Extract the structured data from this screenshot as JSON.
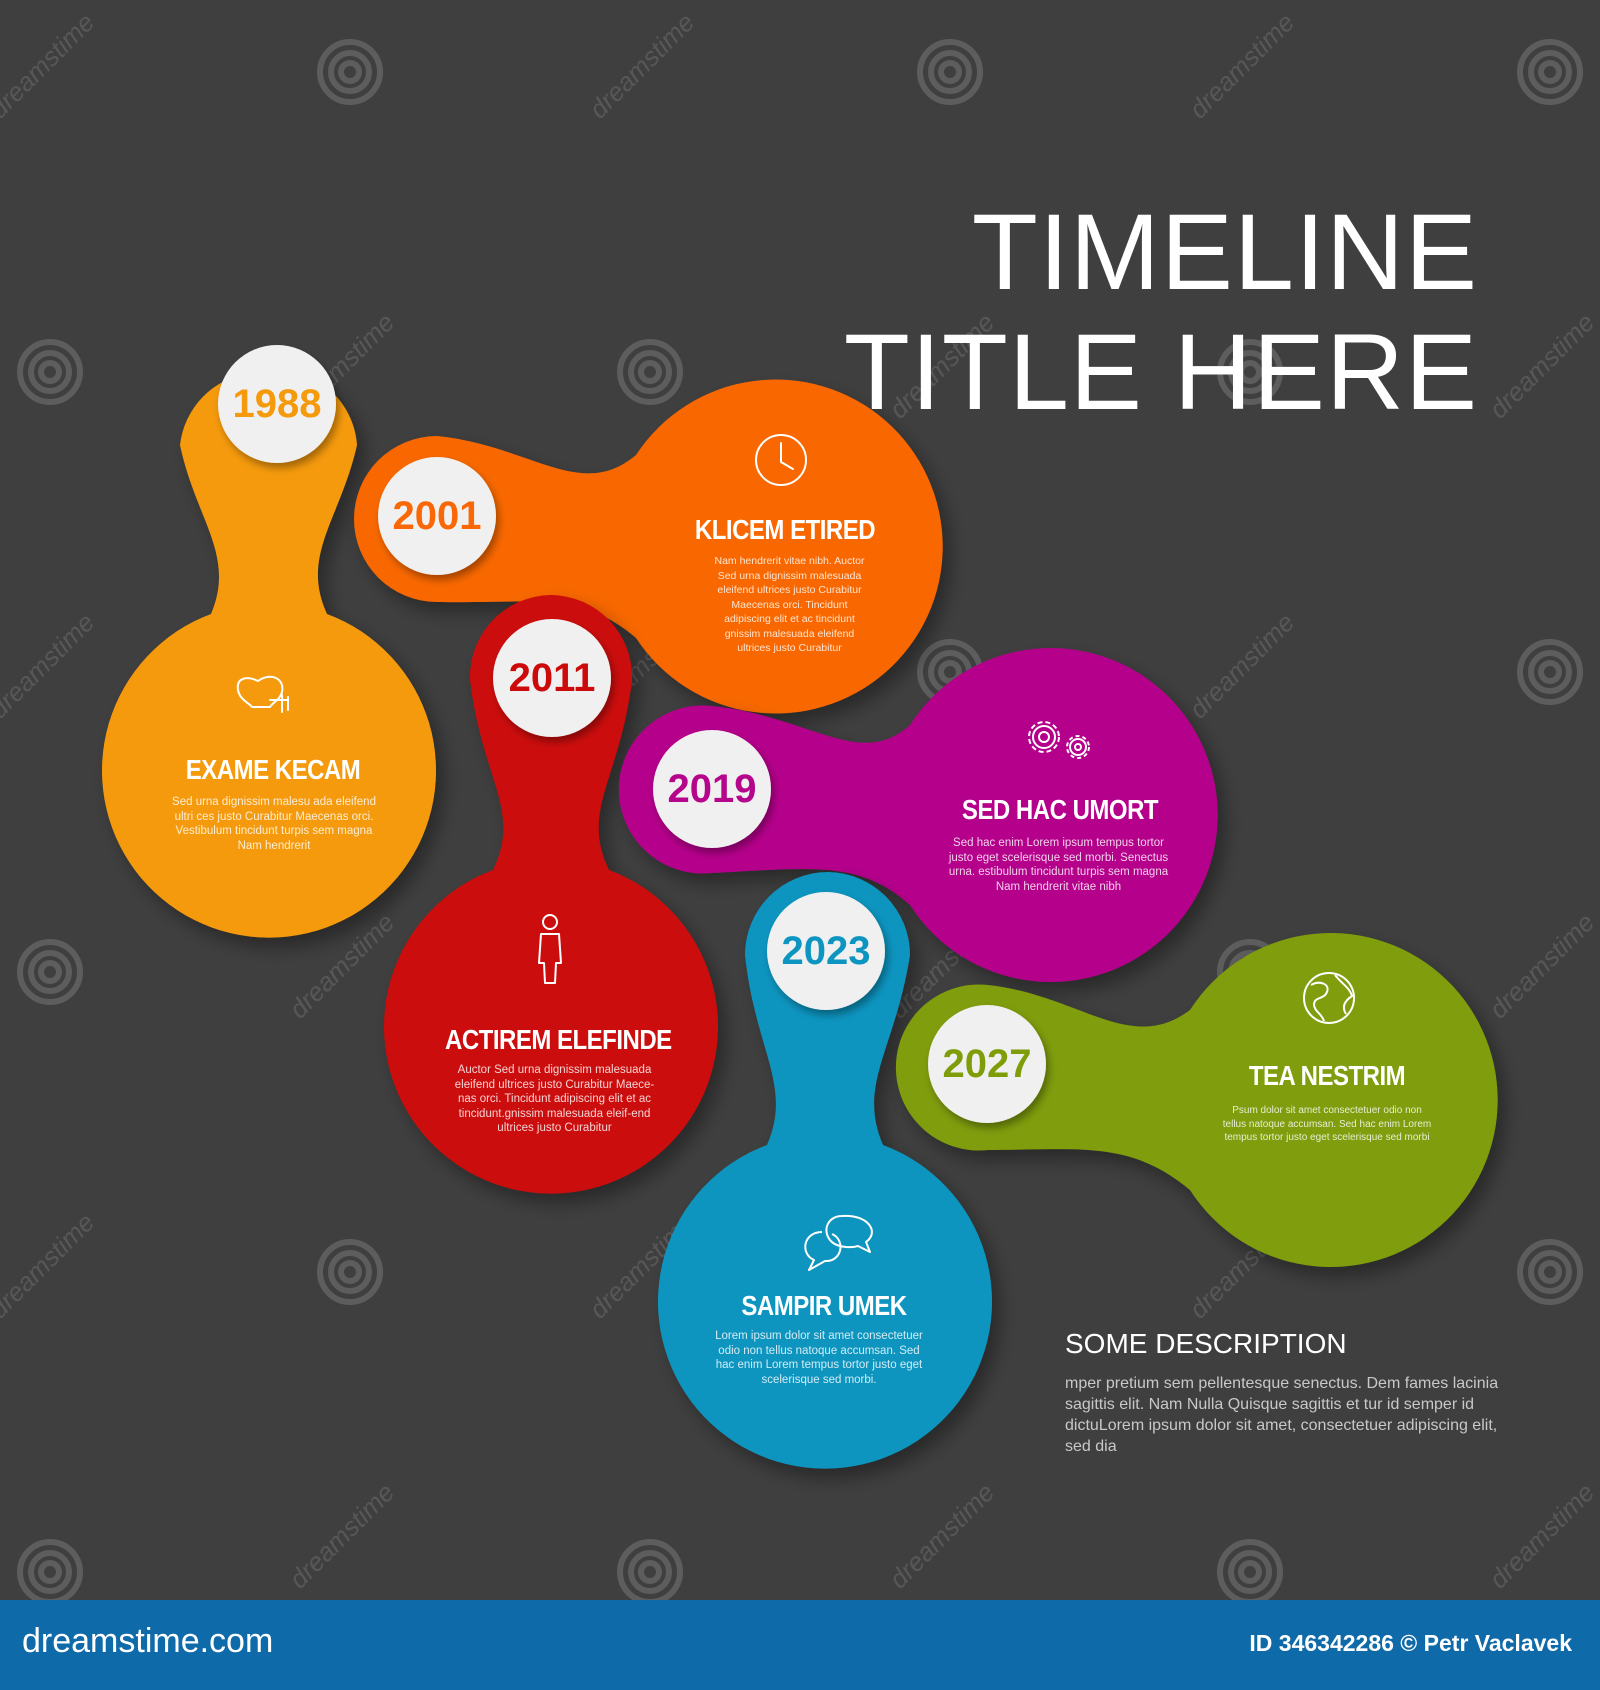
{
  "title": [
    "TIMELINE",
    "TITLE HERE"
  ],
  "colors": {
    "background": "#3f3f3f",
    "footer": "#0e6aa8",
    "year_circle": "#f0f0f0"
  },
  "nodes": [
    {
      "year": "1988",
      "heading": "EXAME KECAM",
      "body": "Sed urna dignissim malesu ada eleifend ultri ces justo Curabitur Maecenas orci. Vestibulum tincidunt turpis sem magna Nam hendrerit",
      "color": "#f59a0c",
      "icon": "lightbulb-icon"
    },
    {
      "year": "2001",
      "heading": "KLICEM ETIRED",
      "body": "Nam hendrerit vitae nibh. Auctor Sed urna dignissim malesuada eleifend ultrices justo Curabitur Maecenas orci. Tincidunt adipiscing elit et ac tincidunt gnissim malesuada eleifend ultrices justo Curabitur",
      "color": "#f96706",
      "icon": "clock-icon"
    },
    {
      "year": "2011",
      "heading": "ACTIREM ELEFINDE",
      "body": "Auctor Sed urna dignissim malesuada eleifend ultrices justo Curabitur Maece-nas orci. Tincidunt adipiscing elit et ac tincidunt.gnissim malesuada eleif-end ultrices justo Curabitur",
      "color": "#cc0a0a",
      "icon": "person-icon"
    },
    {
      "year": "2019",
      "heading": "SED HAC UMORT",
      "body": "Sed hac enim Lorem ipsum tempus tortor justo eget scelerisque sed morbi. Senectus urna. estibulum tincidunt turpis sem magna Nam hendrerit vitae nibh",
      "color": "#b5058b",
      "icon": "gears-icon"
    },
    {
      "year": "2023",
      "heading": "SAMPIR UMEK",
      "body": "Lorem ipsum dolor sit amet consectetuer odio non tellus natoque accumsan. Sed hac enim Lorem tempus tortor justo eget scelerisque sed morbi.",
      "color": "#0c95c0",
      "icon": "chat-bubbles-icon"
    },
    {
      "year": "2027",
      "heading": "TEA NESTRIM",
      "body": "Psum dolor sit amet consectetuer odio non tellus natoque accumsan. Sed hac enim Lorem tempus tortor justo eget scelerisque sed morbi",
      "color": "#7f9d08",
      "icon": "globe-icon"
    }
  ],
  "description": {
    "title": "SOME DESCRIPTION",
    "text": "mper pretium sem pellentesque senectus. Dem fames lacinia sagittis elit. Nam Nulla Quisque sagittis et tur id semper id dictuLorem ipsum dolor sit amet, consectetuer adipiscing elit, sed dia"
  },
  "watermark": {
    "text": "dreamstime",
    "icon": "spiral-logo-icon"
  },
  "footer": {
    "site": "dreamstime.com",
    "credit": "ID 346342286 © Petr Vaclavek"
  }
}
